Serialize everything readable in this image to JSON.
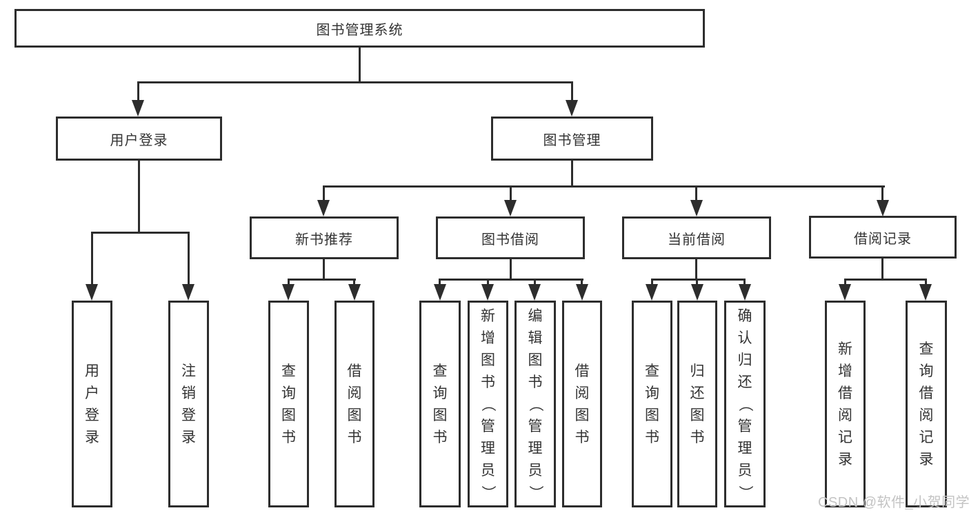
{
  "diagram": {
    "type": "hierarchy-tree",
    "watermark": "CSDN @软件_小贺同学",
    "colors": {
      "line": "#2d2d2d",
      "border": "#2d2d2d",
      "text": "#333333",
      "watermark": "#c3c3c3",
      "background": "#ffffff"
    },
    "tree": {
      "label": "图书管理系统",
      "children": [
        {
          "label": "用户登录",
          "children": [
            {
              "label": "用户登录"
            },
            {
              "label": "注销登录"
            }
          ]
        },
        {
          "label": "图书管理",
          "children": [
            {
              "label": "新书推荐",
              "children": [
                {
                  "label": "查询图书"
                },
                {
                  "label": "借阅图书"
                }
              ]
            },
            {
              "label": "图书借阅",
              "children": [
                {
                  "label": "查询图书"
                },
                {
                  "label": "新增图书（管理员）"
                },
                {
                  "label": "编辑图书（管理员）"
                },
                {
                  "label": "借阅图书"
                }
              ]
            },
            {
              "label": "当前借阅",
              "children": [
                {
                  "label": "查询图书"
                },
                {
                  "label": "归还图书"
                },
                {
                  "label": "确认归还（管理员）"
                }
              ]
            },
            {
              "label": "借阅记录",
              "children": [
                {
                  "label": "新增借阅记录"
                },
                {
                  "label": "查询借阅记录"
                }
              ]
            }
          ]
        }
      ]
    }
  }
}
